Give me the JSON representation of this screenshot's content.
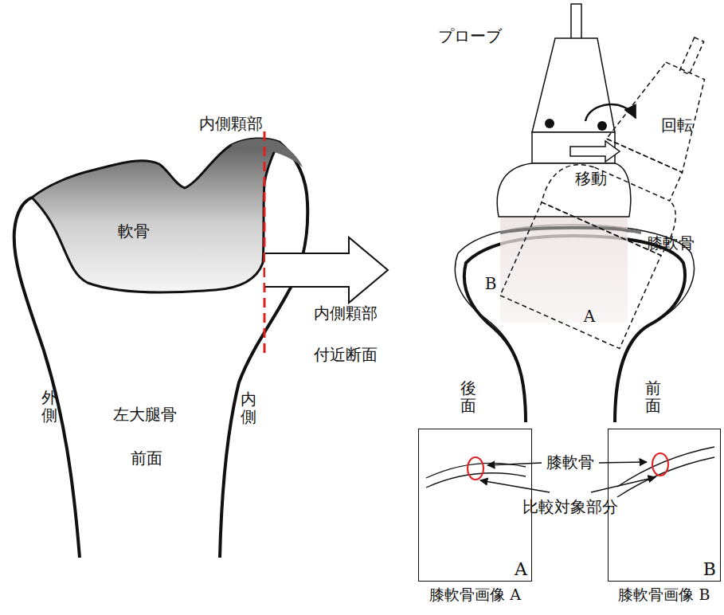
{
  "diagram": {
    "nodes": [
      {
        "text": [
          "A",
          "膝軟骨画像 A"
        ]
      },
      {
        "text": [
          "B",
          "膝軟骨画像 B"
        ]
      }
    ],
    "labels": [
      "内側顆部",
      "軟骨",
      "外側",
      "左大腿骨",
      "前面",
      "内側",
      "プローブ",
      "回転",
      "移動",
      "膝軟骨",
      "B",
      "A",
      "内側顆部",
      "付近断面",
      "後面",
      "前面",
      "膝軟骨",
      "比較対象部分"
    ]
  }
}
